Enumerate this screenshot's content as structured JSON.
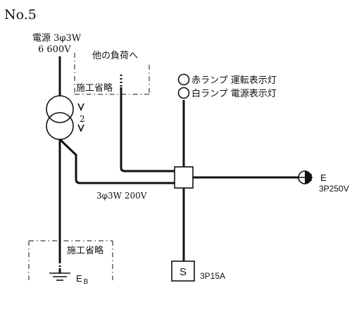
{
  "problem_number": "No.5",
  "source": {
    "line1": "電源 3φ3W",
    "line2": "6 600V"
  },
  "other_load": "他の負荷へ",
  "omitted_upper": "施工省略",
  "omitted_lower": "施工省略",
  "transformer_ratio": "2",
  "lamps": {
    "red": "赤ランプ  運転表示灯",
    "white": "白ランプ  電源表示灯"
  },
  "secondary_supply": "3φ3W 200V",
  "outlet": {
    "label": "E",
    "rating": "3P250V"
  },
  "switch": {
    "symbol": "S",
    "rating": "3P15A"
  },
  "ground": {
    "label": "E",
    "subscript": "B"
  }
}
